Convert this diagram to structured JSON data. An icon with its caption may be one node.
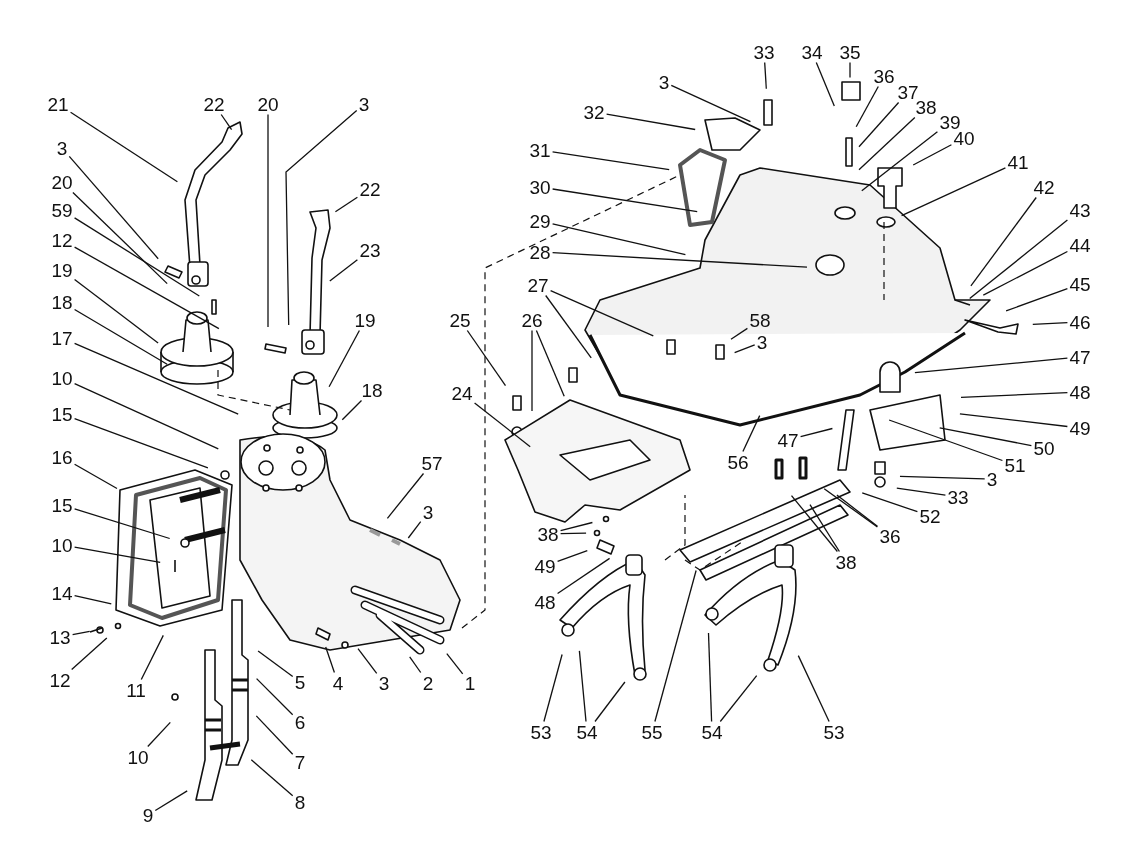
{
  "diagram": {
    "nodes": [
      {
        "text": [
          "21"
        ]
      },
      {
        "text": [
          "22"
        ]
      },
      {
        "text": [
          "20"
        ]
      },
      {
        "text": [
          "3"
        ]
      },
      {
        "text": [
          "3"
        ]
      },
      {
        "text": [
          "20"
        ]
      },
      {
        "text": [
          "59"
        ]
      },
      {
        "text": [
          "12"
        ]
      },
      {
        "text": [
          "19"
        ]
      },
      {
        "text": [
          "18"
        ]
      },
      {
        "text": [
          "22"
        ]
      },
      {
        "text": [
          "23"
        ]
      },
      {
        "text": [
          "17"
        ]
      },
      {
        "text": [
          "19"
        ]
      },
      {
        "text": [
          "18"
        ]
      },
      {
        "text": [
          "10"
        ]
      },
      {
        "text": [
          "15"
        ]
      },
      {
        "text": [
          "57"
        ]
      },
      {
        "text": [
          "16"
        ]
      },
      {
        "text": [
          "15"
        ]
      },
      {
        "text": [
          "3"
        ]
      },
      {
        "text": [
          "10"
        ]
      },
      {
        "text": [
          "14"
        ]
      },
      {
        "text": [
          "13"
        ]
      },
      {
        "text": [
          "12"
        ]
      },
      {
        "text": [
          "11"
        ]
      },
      {
        "text": [
          "5"
        ]
      },
      {
        "text": [
          "4"
        ]
      },
      {
        "text": [
          "3"
        ]
      },
      {
        "text": [
          "2"
        ]
      },
      {
        "text": [
          "1"
        ]
      },
      {
        "text": [
          "6"
        ]
      },
      {
        "text": [
          "10"
        ]
      },
      {
        "text": [
          "7"
        ]
      },
      {
        "text": [
          "8"
        ]
      },
      {
        "text": [
          "9"
        ]
      },
      {
        "text": [
          "33"
        ]
      },
      {
        "text": [
          "34"
        ]
      },
      {
        "text": [
          "35"
        ]
      },
      {
        "text": [
          "3"
        ]
      },
      {
        "text": [
          "36"
        ]
      },
      {
        "text": [
          "37"
        ]
      },
      {
        "text": [
          "38"
        ]
      },
      {
        "text": [
          "39"
        ]
      },
      {
        "text": [
          "32"
        ]
      },
      {
        "text": [
          "40"
        ]
      },
      {
        "text": [
          "41"
        ]
      },
      {
        "text": [
          "31"
        ]
      },
      {
        "text": [
          "30"
        ]
      },
      {
        "text": [
          "42"
        ]
      },
      {
        "text": [
          "43"
        ]
      },
      {
        "text": [
          "29"
        ]
      },
      {
        "text": [
          "44"
        ]
      },
      {
        "text": [
          "28"
        ]
      },
      {
        "text": [
          "45"
        ]
      },
      {
        "text": [
          "27"
        ]
      },
      {
        "text": [
          "58"
        ]
      },
      {
        "text": [
          "46"
        ]
      },
      {
        "text": [
          "3"
        ]
      },
      {
        "text": [
          "25"
        ]
      },
      {
        "text": [
          "26"
        ]
      },
      {
        "text": [
          "47"
        ]
      },
      {
        "text": [
          "24"
        ]
      },
      {
        "text": [
          "48"
        ]
      },
      {
        "text": [
          "49"
        ]
      },
      {
        "text": [
          "50"
        ]
      },
      {
        "text": [
          "51"
        ]
      },
      {
        "text": [
          "47"
        ]
      },
      {
        "text": [
          "56"
        ]
      },
      {
        "text": [
          "3"
        ]
      },
      {
        "text": [
          "33"
        ]
      },
      {
        "text": [
          "52"
        ]
      },
      {
        "text": [
          "36"
        ]
      },
      {
        "text": [
          "38"
        ]
      },
      {
        "text": [
          "38"
        ]
      },
      {
        "text": [
          "49"
        ]
      },
      {
        "text": [
          "48"
        ]
      },
      {
        "text": [
          "53"
        ]
      },
      {
        "text": [
          "54"
        ]
      },
      {
        "text": [
          "55"
        ]
      },
      {
        "text": [
          "54"
        ]
      },
      {
        "text": [
          "53"
        ]
      }
    ],
    "edges": [
      {
        "from": 0,
        "to": null,
        "arrow": "none"
      },
      {
        "from": 1,
        "to": null,
        "arrow": "none"
      },
      {
        "from": 2,
        "to": null,
        "arrow": "none"
      },
      {
        "from": 3,
        "to": null,
        "arrow": "none"
      },
      {
        "from": 4,
        "to": null,
        "arrow": "none"
      },
      {
        "from": 5,
        "to": null,
        "arrow": "none"
      },
      {
        "from": 6,
        "to": null,
        "arrow": "none"
      },
      {
        "from": 7,
        "to": null,
        "arrow": "none"
      },
      {
        "from": 8,
        "to": null,
        "arrow": "none"
      },
      {
        "from": 9,
        "to": null,
        "arrow": "none"
      },
      {
        "from": 10,
        "to": null,
        "arrow": "none"
      },
      {
        "from": 11,
        "to": null,
        "arrow": "none"
      },
      {
        "from": 12,
        "to": null,
        "arrow": "none"
      },
      {
        "from": 13,
        "to": null,
        "arrow": "none"
      },
      {
        "from": 14,
        "to": null,
        "arrow": "none"
      },
      {
        "from": 15,
        "to": null,
        "arrow": "none"
      },
      {
        "from": 16,
        "to": null,
        "arrow": "none"
      },
      {
        "from": 17,
        "to": null,
        "arrow": "none"
      },
      {
        "from": 18,
        "to": null,
        "arrow": "none"
      },
      {
        "from": 19,
        "to": null,
        "arrow": "none"
      },
      {
        "from": 20,
        "to": null,
        "arrow": "none"
      },
      {
        "from": 21,
        "to": null,
        "arrow": "none"
      },
      {
        "from": 22,
        "to": null,
        "arrow": "none"
      },
      {
        "from": 23,
        "to": null,
        "arrow": "none"
      },
      {
        "from": 24,
        "to": null,
        "arrow": "none"
      },
      {
        "from": 25,
        "to": null,
        "arrow": "none"
      },
      {
        "from": 26,
        "to": null,
        "arrow": "none"
      },
      {
        "from": 27,
        "to": null,
        "arrow": "none"
      },
      {
        "from": 28,
        "to": null,
        "arrow": "none"
      },
      {
        "from": 29,
        "to": null,
        "arrow": "none"
      },
      {
        "from": 30,
        "to": null,
        "arrow": "none"
      },
      {
        "from": 31,
        "to": null,
        "arrow": "none"
      },
      {
        "from": 32,
        "to": null,
        "arrow": "none"
      },
      {
        "from": 33,
        "to": null,
        "arrow": "none"
      },
      {
        "from": 34,
        "to": null,
        "arrow": "none"
      },
      {
        "from": 35,
        "to": null,
        "arrow": "none"
      },
      {
        "from": 36,
        "to": null,
        "arrow": "none"
      },
      {
        "from": 37,
        "to": null,
        "arrow": "none"
      },
      {
        "from": 38,
        "to": null,
        "arrow": "none"
      },
      {
        "from": 39,
        "to": null,
        "arrow": "none"
      },
      {
        "from": 40,
        "to": null,
        "arrow": "none"
      },
      {
        "from": 41,
        "to": null,
        "arrow": "none"
      },
      {
        "from": 42,
        "to": null,
        "arrow": "none"
      },
      {
        "from": 43,
        "to": null,
        "arrow": "none"
      },
      {
        "from": 44,
        "to": null,
        "arrow": "none"
      },
      {
        "from": 45,
        "to": null,
        "arrow": "none"
      },
      {
        "from": 46,
        "to": null,
        "arrow": "none"
      },
      {
        "from": 47,
        "to": null,
        "arrow": "none"
      },
      {
        "from": 48,
        "to": null,
        "arrow": "none"
      },
      {
        "from": 49,
        "to": null,
        "arrow": "none"
      },
      {
        "from": 50,
        "to": null,
        "arrow": "none"
      },
      {
        "from": 51,
        "to": null,
        "arrow": "none"
      },
      {
        "from": 52,
        "to": null,
        "arrow": "none"
      },
      {
        "from": 53,
        "to": null,
        "arrow": "none"
      },
      {
        "from": 54,
        "to": null,
        "arrow": "none"
      },
      {
        "from": 55,
        "to": null,
        "arrow": "none"
      },
      {
        "from": 55,
        "to": null,
        "arrow": "none"
      },
      {
        "from": 56,
        "to": null,
        "arrow": "none"
      },
      {
        "from": 57,
        "to": null,
        "arrow": "none"
      },
      {
        "from": 58,
        "to": null,
        "arrow": "none"
      },
      {
        "from": 59,
        "to": null,
        "arrow": "none"
      },
      {
        "from": 60,
        "to": null,
        "arrow": "none"
      },
      {
        "from": 60,
        "to": null,
        "arrow": "none"
      },
      {
        "from": 61,
        "to": null,
        "arrow": "none"
      },
      {
        "from": 62,
        "to": null,
        "arrow": "none"
      },
      {
        "from": 63,
        "to": null,
        "arrow": "none"
      },
      {
        "from": 64,
        "to": null,
        "arrow": "none"
      },
      {
        "from": 65,
        "to": null,
        "arrow": "none"
      },
      {
        "from": 66,
        "to": null,
        "arrow": "none"
      },
      {
        "from": 67,
        "to": null,
        "arrow": "none"
      },
      {
        "from": 68,
        "to": null,
        "arrow": "none"
      },
      {
        "from": 69,
        "to": null,
        "arrow": "none"
      },
      {
        "from": 70,
        "to": null,
        "arrow": "none"
      },
      {
        "from": 71,
        "to": null,
        "arrow": "none"
      },
      {
        "from": 72,
        "to": null,
        "arrow": "none"
      },
      {
        "from": 72,
        "to": null,
        "arrow": "none"
      },
      {
        "from": 73,
        "to": null,
        "arrow": "none"
      },
      {
        "from": 73,
        "to": null,
        "arrow": "none"
      },
      {
        "from": 74,
        "to": null,
        "arrow": "none"
      },
      {
        "from": 74,
        "to": null,
        "arrow": "none"
      },
      {
        "from": 75,
        "to": null,
        "arrow": "none"
      },
      {
        "from": 76,
        "to": null,
        "arrow": "none"
      },
      {
        "from": 77,
        "to": null,
        "arrow": "none"
      },
      {
        "from": 78,
        "to": null,
        "arrow": "none"
      },
      {
        "from": 78,
        "to": null,
        "arrow": "none"
      },
      {
        "from": 79,
        "to": null,
        "arrow": "none"
      },
      {
        "from": 80,
        "to": null,
        "arrow": "none"
      },
      {
        "from": 80,
        "to": null,
        "arrow": "none"
      },
      {
        "from": 81,
        "to": null,
        "arrow": "none"
      }
    ]
  }
}
